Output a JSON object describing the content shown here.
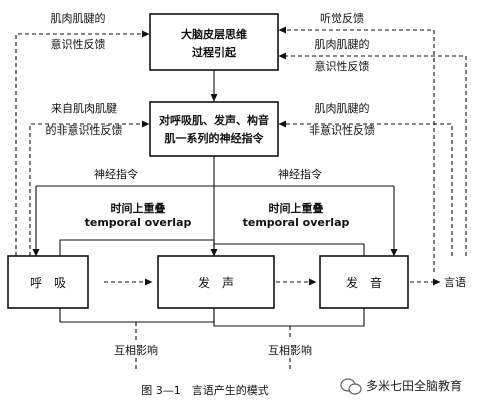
{
  "top_box": {
    "line1": "大脑皮层思维",
    "line2": "过程引起"
  },
  "mid_box": {
    "line1": "对呼吸肌、发声、构音",
    "line2": "肌一系列的神经指令"
  },
  "left_top_label": {
    "line1": "肌肉肌腱的",
    "line2": "意识性反馈"
  },
  "right_top_label1": "听觉反馈",
  "right_top_label2": {
    "line1": "肌肉肌腱的",
    "line2": "意识性反馈"
  },
  "left_mid_label": {
    "line1": "来自肌肉肌腱",
    "line2": "的非意识性反馈"
  },
  "right_mid_label": {
    "line1": "肌肉肌腱的",
    "line2": "非意识性反馈"
  },
  "nerve_left": "神经指令",
  "nerve_right": "神经指令",
  "overlap_left": {
    "line1": "时间上重叠",
    "line2": "temporal overlap"
  },
  "overlap_right": {
    "line1": "时间上重叠",
    "line2": "temporal overlap"
  },
  "bottom_boxes": [
    "呼　吸",
    "发　声",
    "发　音"
  ],
  "output_label": "言语",
  "interact_left": "互相影响",
  "interact_right": "互相影响",
  "caption": "图 3—1　言语产生的模式",
  "watermark": "多米七田全脑教育",
  "watermark_icon": "wechat-icon"
}
